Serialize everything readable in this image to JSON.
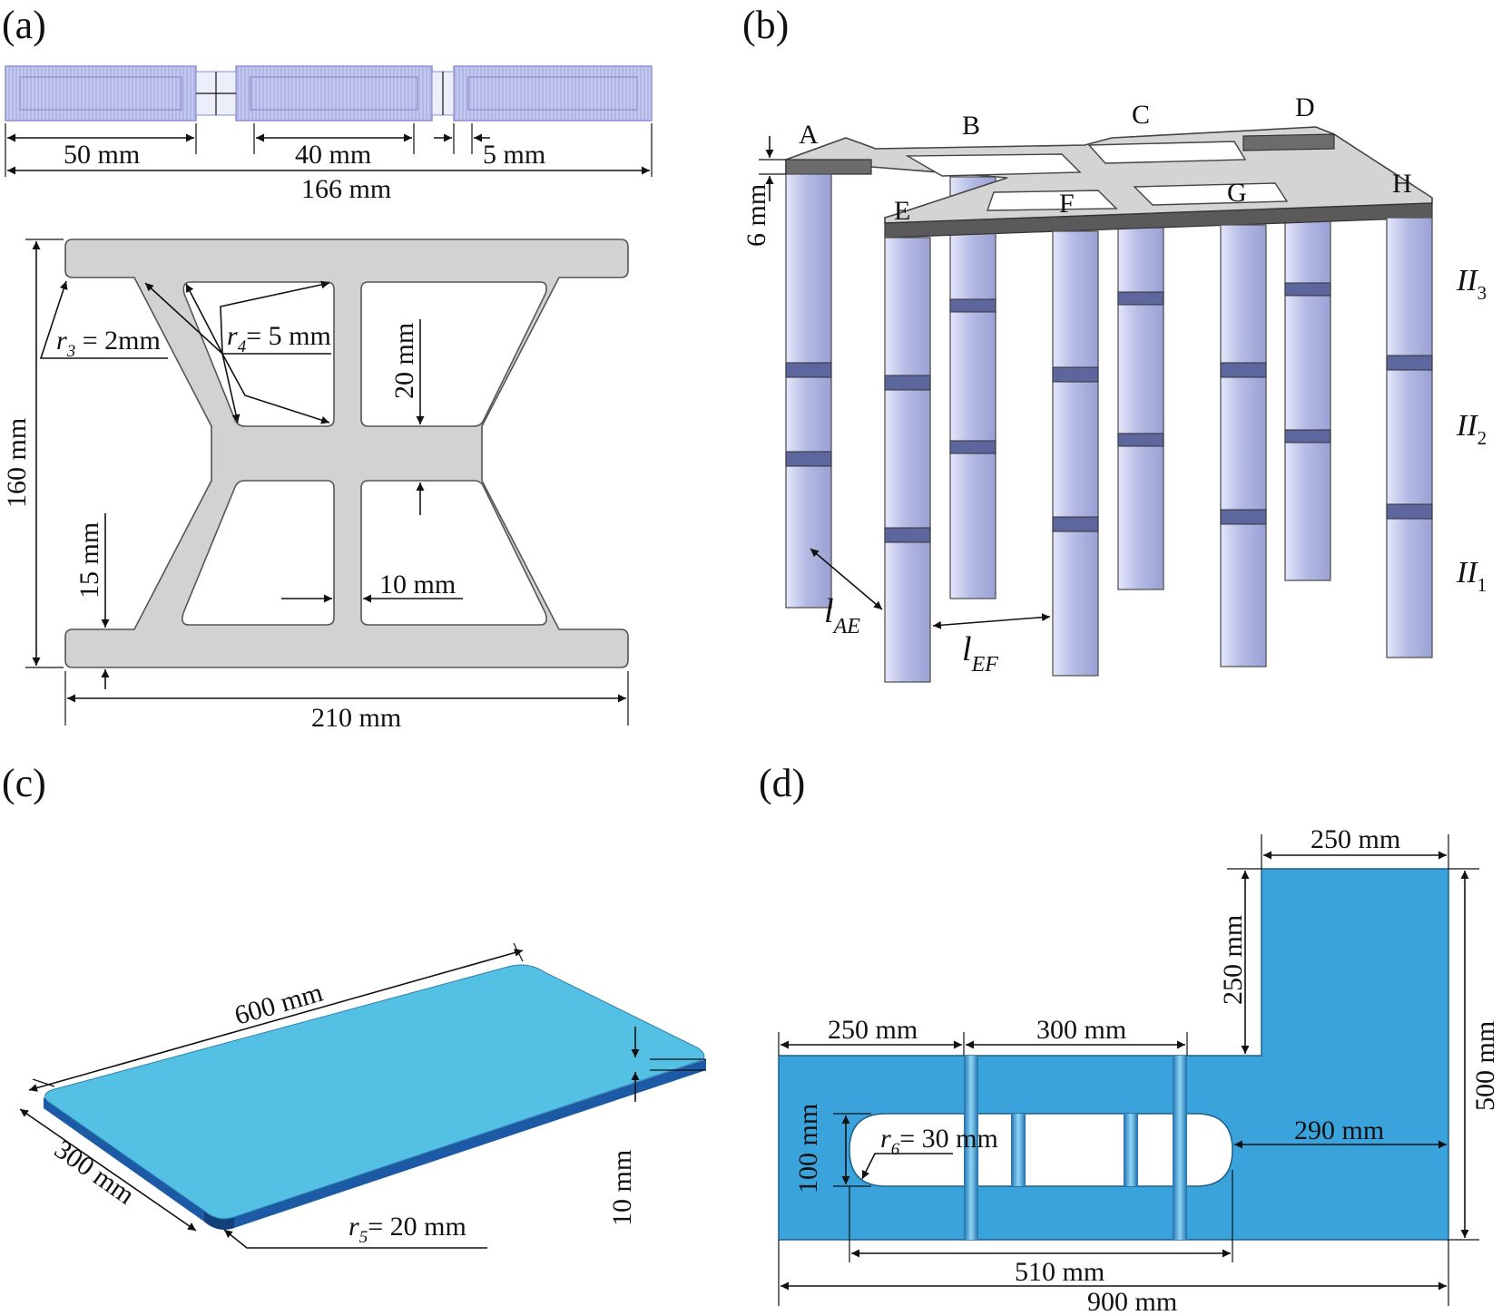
{
  "panels": {
    "a": {
      "label": "(a)",
      "dims": {
        "d50": "50 mm",
        "d40": "40 mm",
        "d5": "5 mm",
        "d166": "166 mm",
        "d160": "160 mm",
        "d15": "15 mm",
        "d20": "20 mm",
        "d10": "10 mm",
        "d210": "210 mm"
      },
      "radii": {
        "r3": {
          "sym": "r",
          "sub": "3",
          "rest": " = 2mm"
        },
        "r4": {
          "sym": "r",
          "sub": "4",
          "rest": "= 5 mm"
        }
      }
    },
    "b": {
      "label": "(b)",
      "point_labels": [
        "A",
        "B",
        "C",
        "D",
        "E",
        "F",
        "G",
        "H"
      ],
      "dims": {
        "d6": "6 mm"
      },
      "levels": [
        {
          "sym": "II",
          "sub": "3"
        },
        {
          "sym": "II",
          "sub": "2"
        },
        {
          "sym": "II",
          "sub": "1"
        }
      ],
      "lengths": {
        "lAE": {
          "sym": "l",
          "sub": "AE"
        },
        "lEF": {
          "sym": "l",
          "sub": "EF"
        }
      }
    },
    "c": {
      "label": "(c)",
      "dims": {
        "d600": "600 mm",
        "d300": "300 mm",
        "d10": "10 mm"
      },
      "radius": {
        "sym": "r",
        "sub": "5",
        "rest": "= 20 mm"
      },
      "colors": {
        "top": "#54c0e4",
        "edge": "#1c5aa6",
        "edge_dark": "#14407a"
      }
    },
    "d": {
      "label": "(d)",
      "dims": {
        "w250top": "250 mm",
        "h250": "250 mm",
        "h500": "500 mm",
        "w250": "250 mm",
        "w300": "300 mm",
        "h100": "100 mm",
        "w290": "290 mm",
        "w510": "510 mm",
        "w900": "900 mm"
      },
      "radius": {
        "sym": "r",
        "sub": "6",
        "rest": "= 30 mm"
      },
      "colors": {
        "plate": "#3aa3dc",
        "stripe": "#2a86c2",
        "stripe_hi": "#7ccdf2"
      }
    }
  }
}
